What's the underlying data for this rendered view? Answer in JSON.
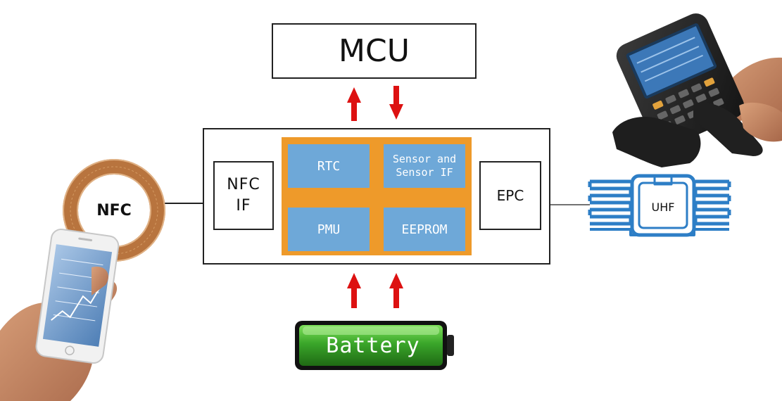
{
  "diagram": {
    "mcu_label": "MCU",
    "nfc_if_label": "NFC\nIF",
    "epc_label": "EPC",
    "core_cells": {
      "rtc": "RTC",
      "sensor": "Sensor and\nSensor IF",
      "pmu": "PMU",
      "eeprom": "EEPROM"
    },
    "nfc_ring_label": "NFC",
    "uhf_label": "UHF",
    "battery_label": "Battery"
  },
  "colors": {
    "arrow": "#dd1111",
    "core_bg": "#ee9a2a",
    "cell_bg": "#6ea8d8",
    "nfc_coil": "#b8743e",
    "uhf_antenna": "#2d7ec6",
    "battery_green": "#3aa62a"
  },
  "icons": {
    "phone": "smartphone-in-hand-icon",
    "scanner": "handheld-rfid-scanner-icon",
    "coil": "nfc-coil-icon",
    "antenna": "uhf-antenna-icon",
    "battery": "battery-icon"
  }
}
